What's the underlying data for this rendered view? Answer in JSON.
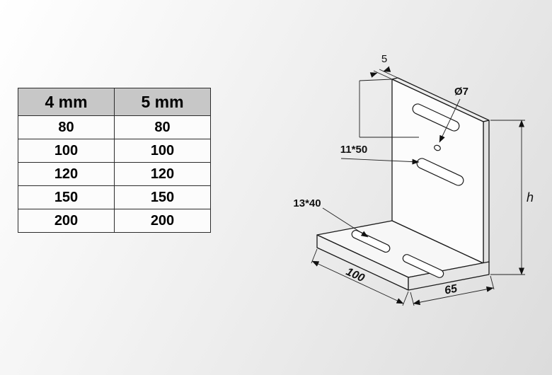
{
  "table": {
    "headers": [
      "4 mm",
      "5 mm"
    ],
    "rows": [
      [
        "80",
        "80"
      ],
      [
        "100",
        "100"
      ],
      [
        "120",
        "120"
      ],
      [
        "150",
        "150"
      ],
      [
        "200",
        "200"
      ]
    ]
  },
  "diagram": {
    "thickness_label": "5",
    "hole_label": "Ø7",
    "side_slot_label": "11*50",
    "base_slot_label": "13*40",
    "base_length_label": "100",
    "base_width_label": "65",
    "height_label": "h"
  }
}
